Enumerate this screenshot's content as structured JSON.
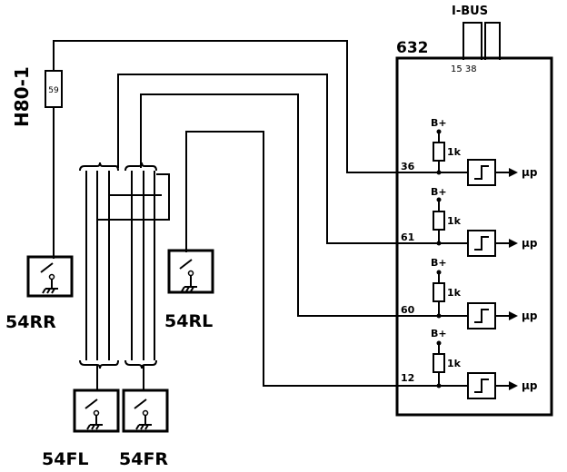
{
  "module": {
    "label": "632",
    "bus_label": "I-BUS",
    "bus_pins": "15 38"
  },
  "fuse": {
    "label": "H80-1",
    "pin": "59"
  },
  "circuits": [
    {
      "pin": "36",
      "supply": "B+",
      "resistor": "1k",
      "output": "μp"
    },
    {
      "pin": "61",
      "supply": "B+",
      "resistor": "1k",
      "output": "μp"
    },
    {
      "pin": "60",
      "supply": "B+",
      "resistor": "1k",
      "output": "μp"
    },
    {
      "pin": "12",
      "supply": "B+",
      "resistor": "1k",
      "output": "μp"
    }
  ],
  "switches": [
    {
      "label": "54RR"
    },
    {
      "label": "54RL"
    },
    {
      "label": "54FL"
    },
    {
      "label": "54FR"
    }
  ]
}
